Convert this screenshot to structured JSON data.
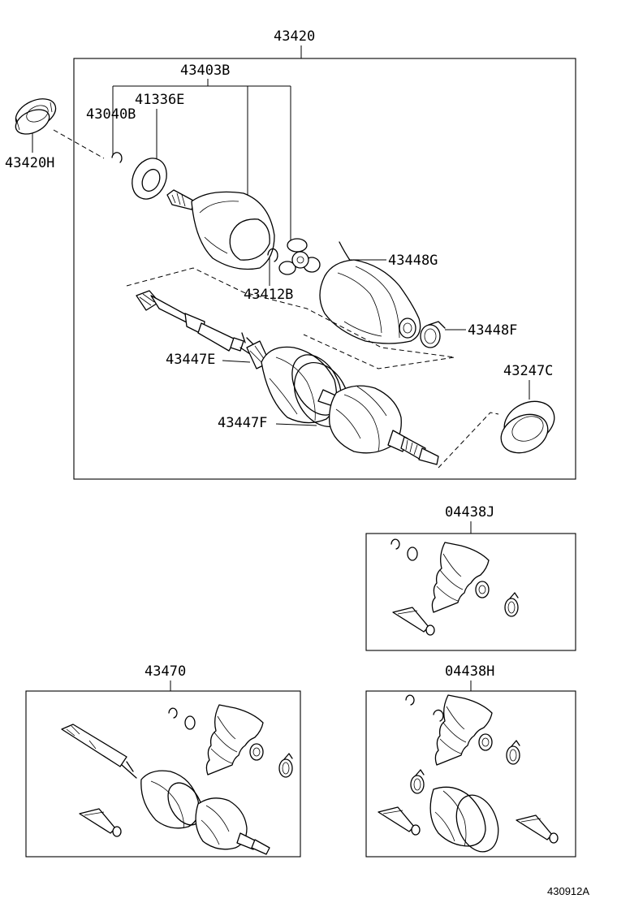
{
  "labels": {
    "p43420": "43420",
    "p43403B": "43403B",
    "p41336E": "41336E",
    "p43040B": "43040B",
    "p43420H": "43420H",
    "p43412B": "43412B",
    "p43448G": "43448G",
    "p43448F": "43448F",
    "p43447E": "43447E",
    "p43247C": "43247C",
    "p43447F": "43447F",
    "p04438J": "04438J",
    "p43470": "43470",
    "p04438H": "04438H"
  },
  "diagram_code": "430912A"
}
